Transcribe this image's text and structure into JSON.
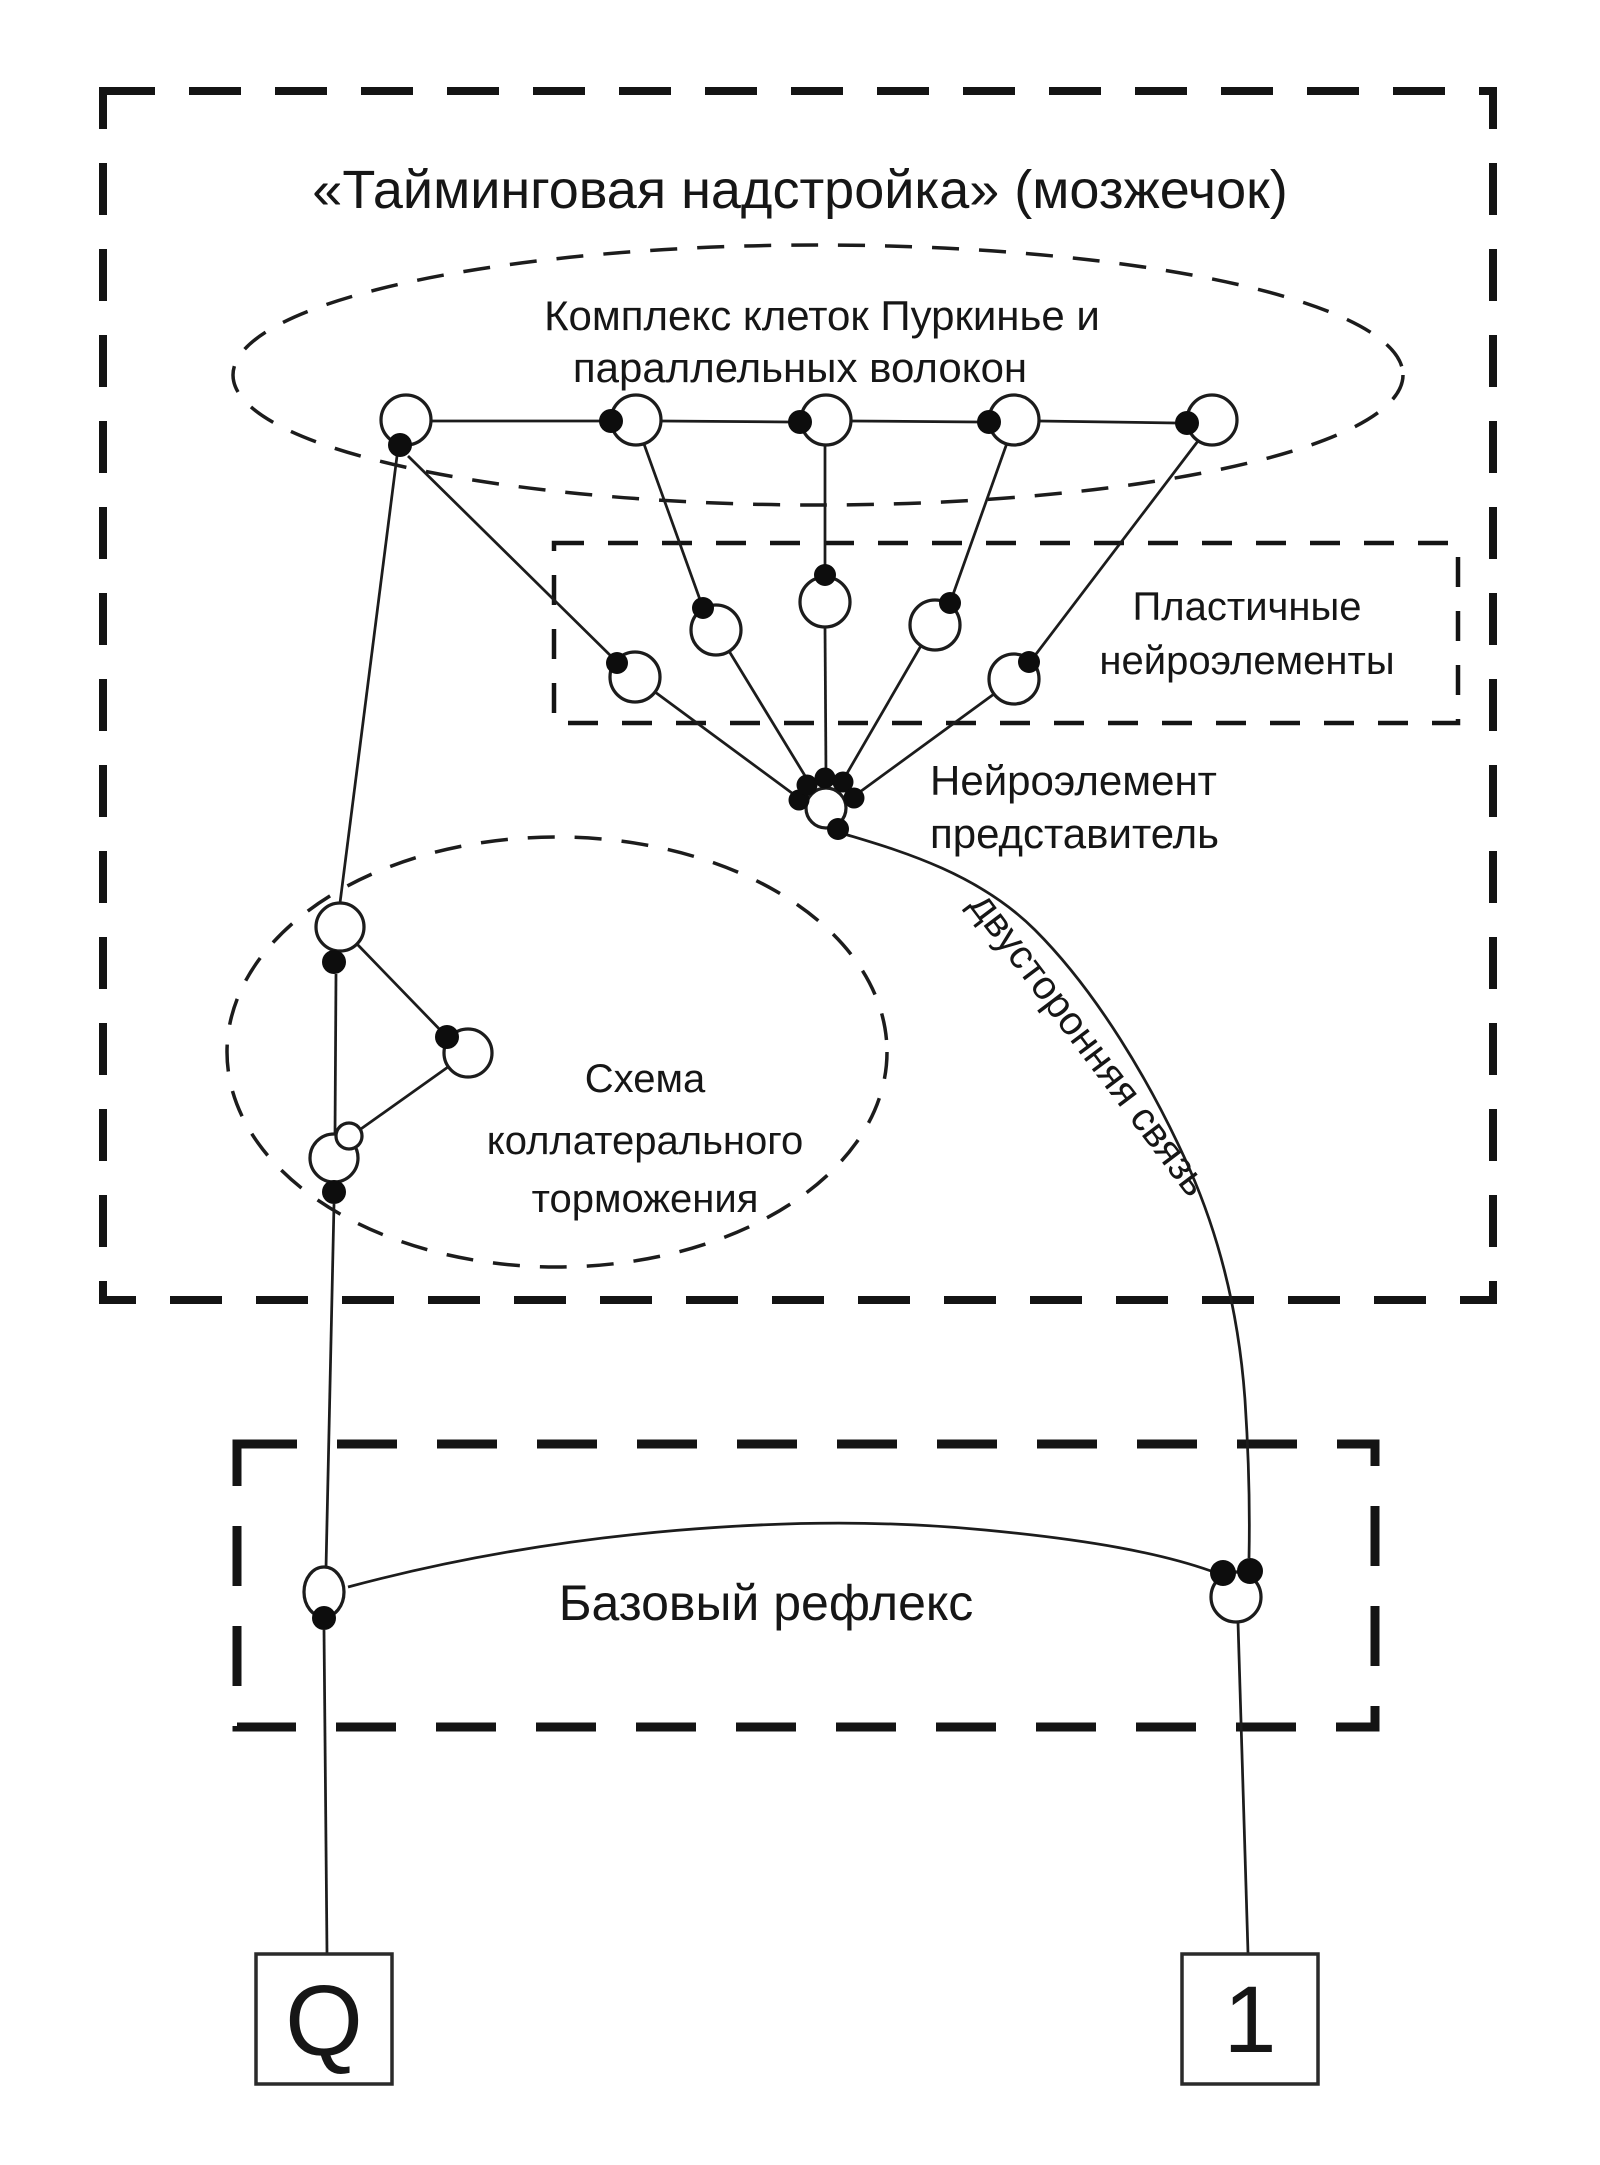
{
  "figure": {
    "title": "«Тайминговая надстройка» (мозжечок)",
    "purkinje_complex": {
      "label_line1": "Комплекс клеток Пуркинье и",
      "label_line2": "параллельных волокон",
      "cell_count": 5
    },
    "plastic_neuroelements": {
      "label_line1": "Пластичные",
      "label_line2": "нейроэлементы",
      "cell_count": 5
    },
    "representative_neuroelement": {
      "label_line1": "Нейроэлемент",
      "label_line2": "представитель"
    },
    "bilateral_link": {
      "label": "двусторонняя связь"
    },
    "collateral_inhibition": {
      "label_line1": "Схема",
      "label_line2": "коллатерального",
      "label_line3": "торможения",
      "cell_count": 3
    },
    "basic_reflex": {
      "label": "Базовый рефлекс"
    },
    "input_node": {
      "label": "Q"
    },
    "output_node": {
      "label": "1"
    },
    "colors": {
      "background": "#ffffff",
      "ink": "#1a1a1a"
    }
  }
}
